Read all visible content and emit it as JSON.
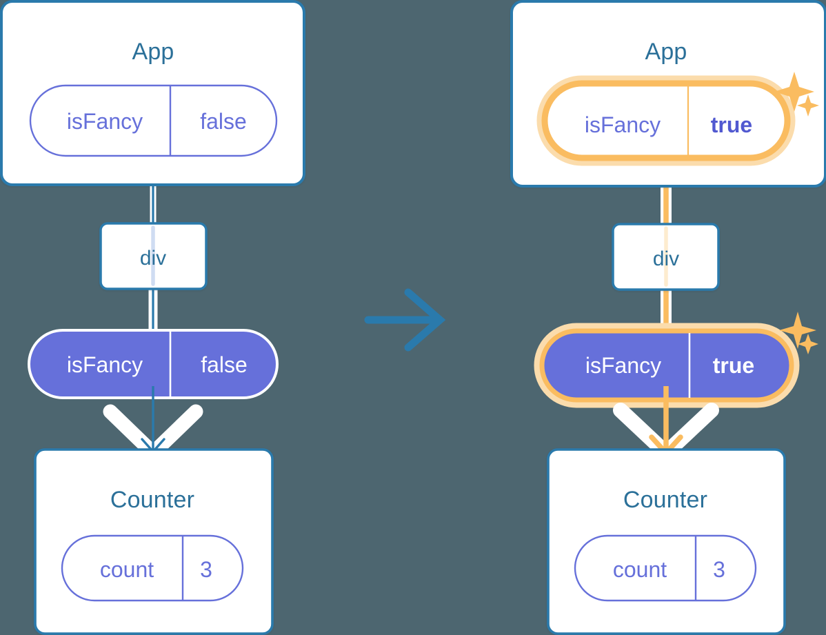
{
  "colors": {
    "background": "#4d6670",
    "card_border": "#2a7aac",
    "card_fill": "#ffffff",
    "title_blue": "#2b7099",
    "pill_purple_stroke": "#6670da",
    "pill_purple_fill": "#6670da",
    "pill_text_purple": "#6670da",
    "highlight_orange": "#fabc60",
    "highlight_orange_glow": "#fbdcac",
    "arrow_blue": "#2a7aac",
    "line_light_blue": "#cfdcf2",
    "line_light_orange": "#fdeccf",
    "white": "#ffffff"
  },
  "diagram": {
    "type": "react-state-propagation",
    "transition_arrow": "arrow-right-icon",
    "before": {
      "app_card": {
        "title": "App",
        "state_pill": {
          "key": "isFancy",
          "value": "false",
          "style": "outline",
          "highlighted": false,
          "bold_value": false
        }
      },
      "dom_node": {
        "label": "div"
      },
      "prop_pill": {
        "key": "isFancy",
        "value": "false",
        "style": "filled",
        "highlighted": false,
        "bold_value": false
      },
      "counter_card": {
        "title": "Counter",
        "state_pill": {
          "key": "count",
          "value": "3",
          "style": "outline",
          "highlighted": false,
          "bold_value": false
        }
      },
      "sparkles": []
    },
    "after": {
      "app_card": {
        "title": "App",
        "state_pill": {
          "key": "isFancy",
          "value": "true",
          "style": "outline",
          "highlighted": true,
          "bold_value": true
        }
      },
      "dom_node": {
        "label": "div"
      },
      "prop_pill": {
        "key": "isFancy",
        "value": "true",
        "style": "filled",
        "highlighted": true,
        "bold_value": true
      },
      "counter_card": {
        "title": "Counter",
        "state_pill": {
          "key": "count",
          "value": "3",
          "style": "outline",
          "highlighted": false,
          "bold_value": false
        }
      },
      "sparkles": [
        "sparkle-large-icon",
        "sparkle-small-icon",
        "sparkle-large-icon",
        "sparkle-small-icon"
      ]
    }
  }
}
